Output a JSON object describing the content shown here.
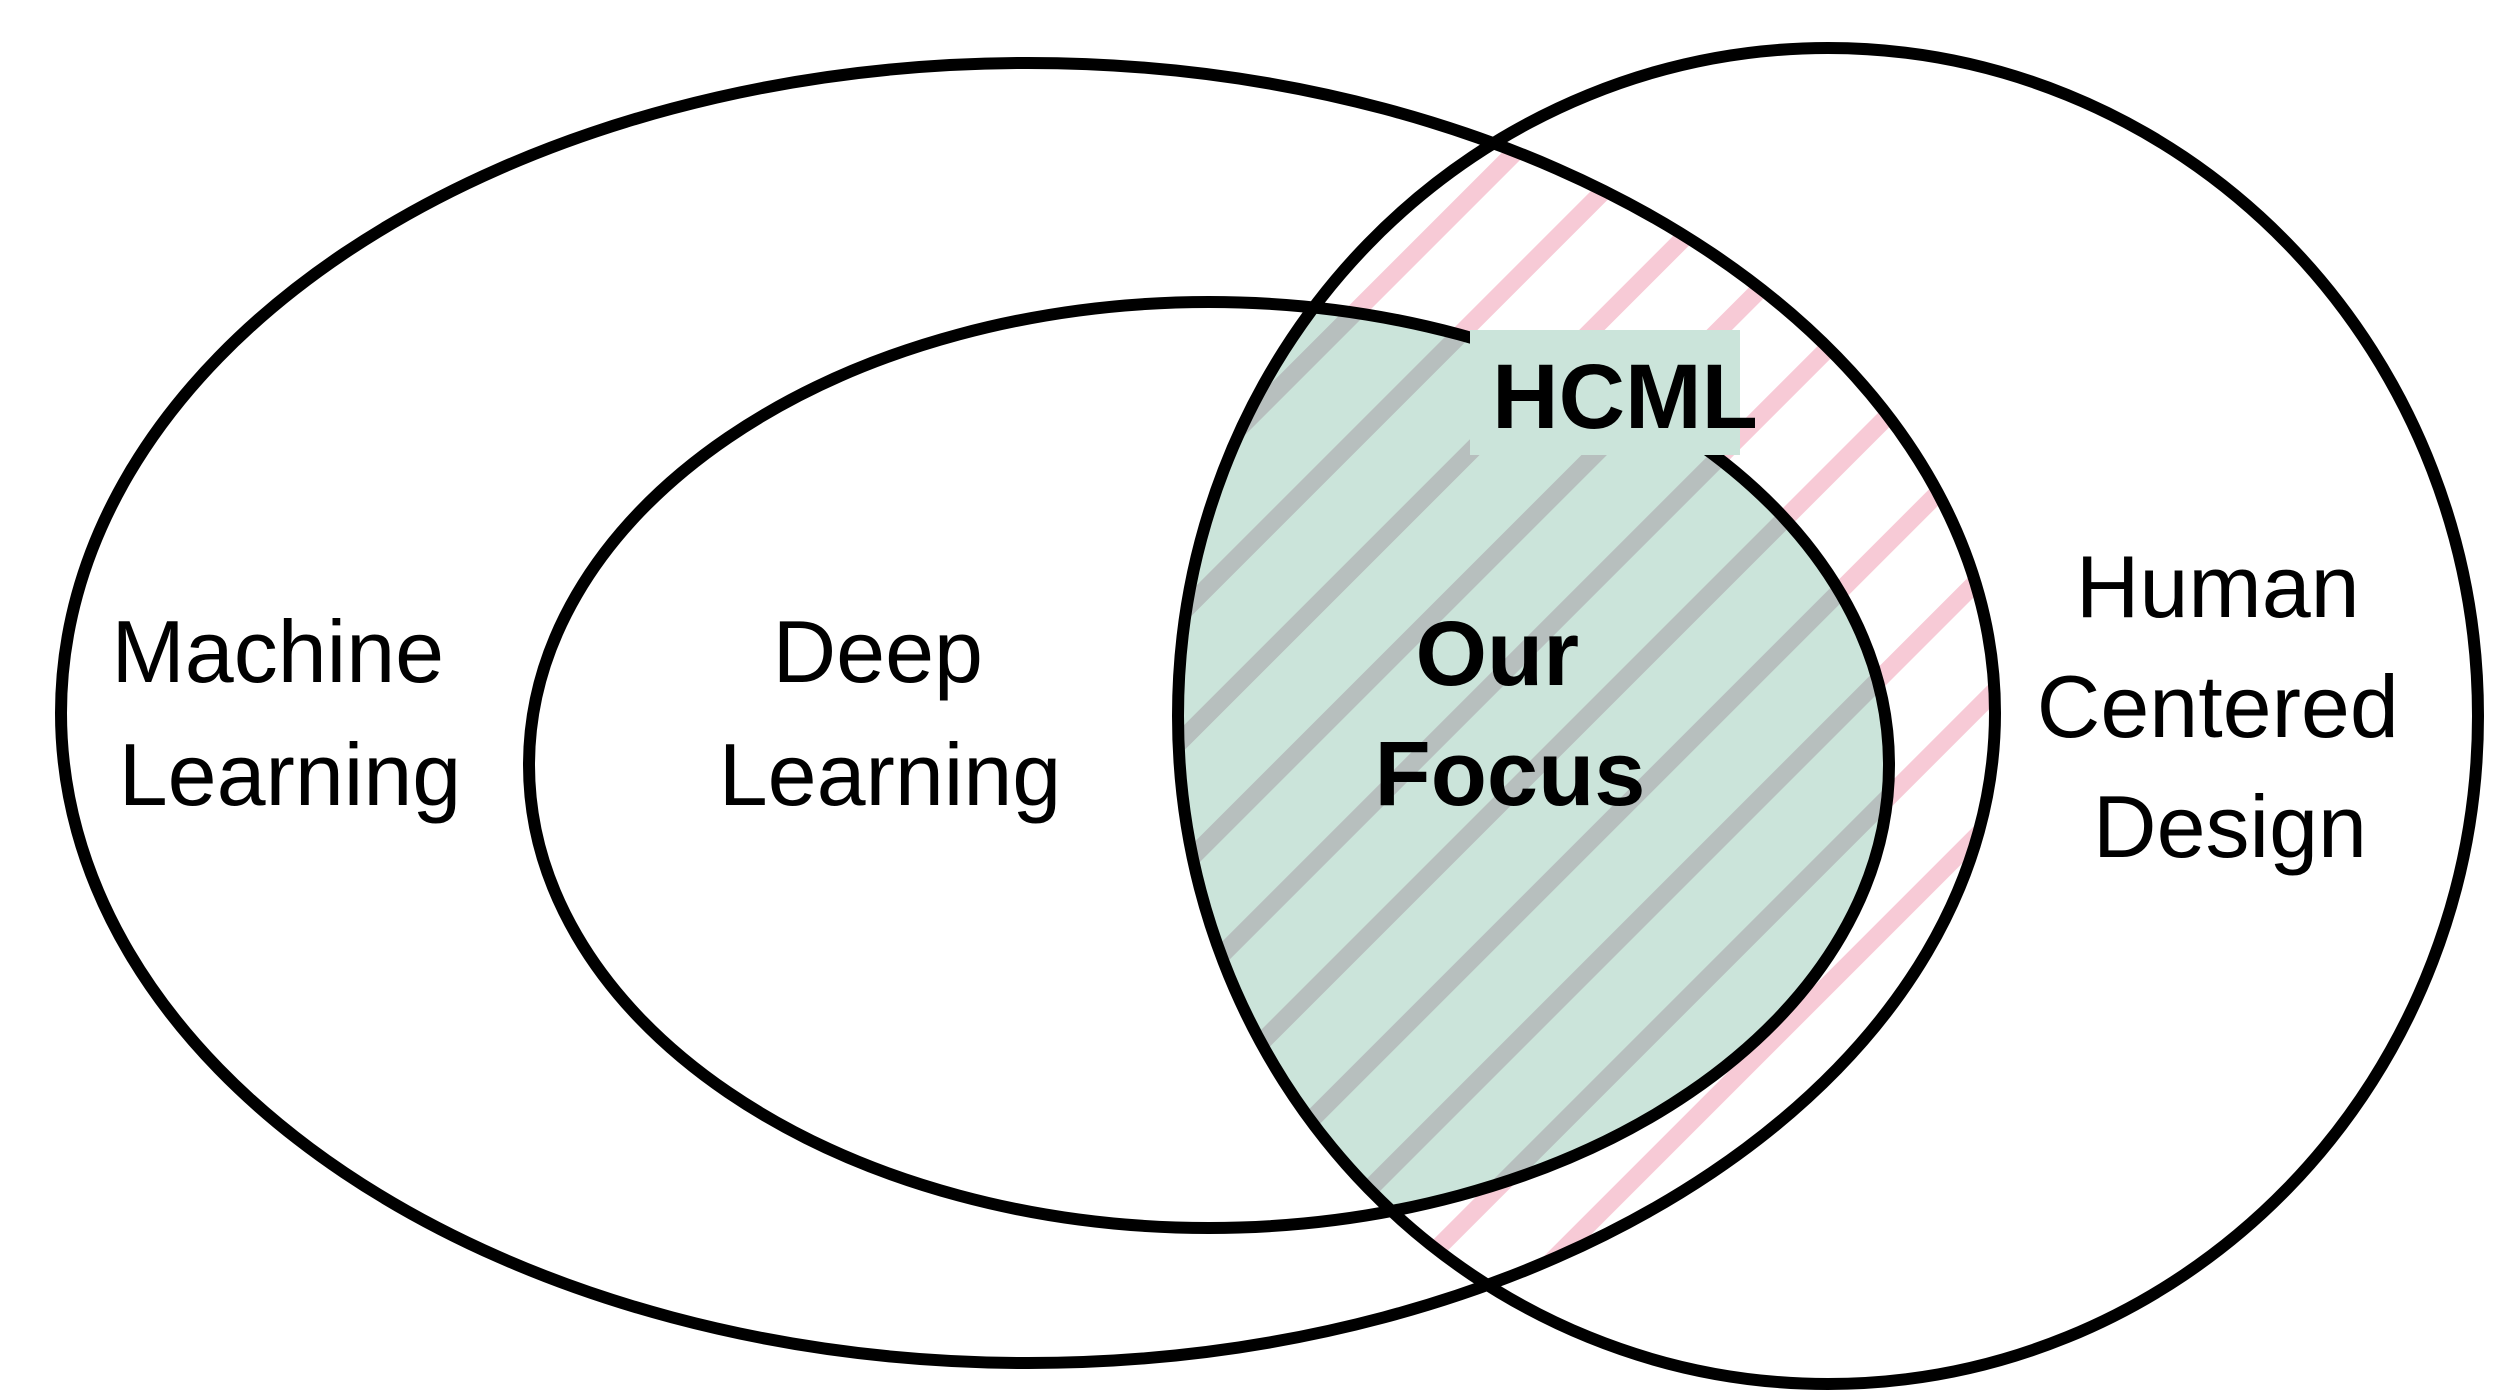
{
  "labels": {
    "machine_learning": [
      "Machine",
      "Learning"
    ],
    "deep_learning": [
      "Deep",
      "Learning"
    ],
    "human_centered_design": [
      "Human",
      "Centered",
      "Design"
    ],
    "hcml": "HCML",
    "our_focus": [
      "Our",
      "Focus"
    ]
  },
  "colors": {
    "outline": "#000000",
    "focus_fill": "#cbe4da",
    "hcml_stripe": "#f7cad6",
    "focus_stripe": "#b7bfbe",
    "background": "#ffffff"
  }
}
